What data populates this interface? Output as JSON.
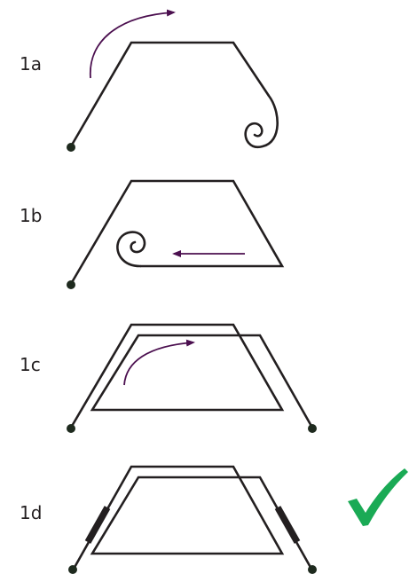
{
  "steps": [
    {
      "id": "1a",
      "label": "1a"
    },
    {
      "id": "1b",
      "label": "1b"
    },
    {
      "id": "1c",
      "label": "1c"
    },
    {
      "id": "1d",
      "label": "1d"
    }
  ],
  "colors": {
    "wire": "#231f20",
    "arrow": "#4b0f4f",
    "end_dot": "#1e2a1e",
    "check": "#1aaa55"
  },
  "icons": {
    "done": "checkmark-icon"
  }
}
